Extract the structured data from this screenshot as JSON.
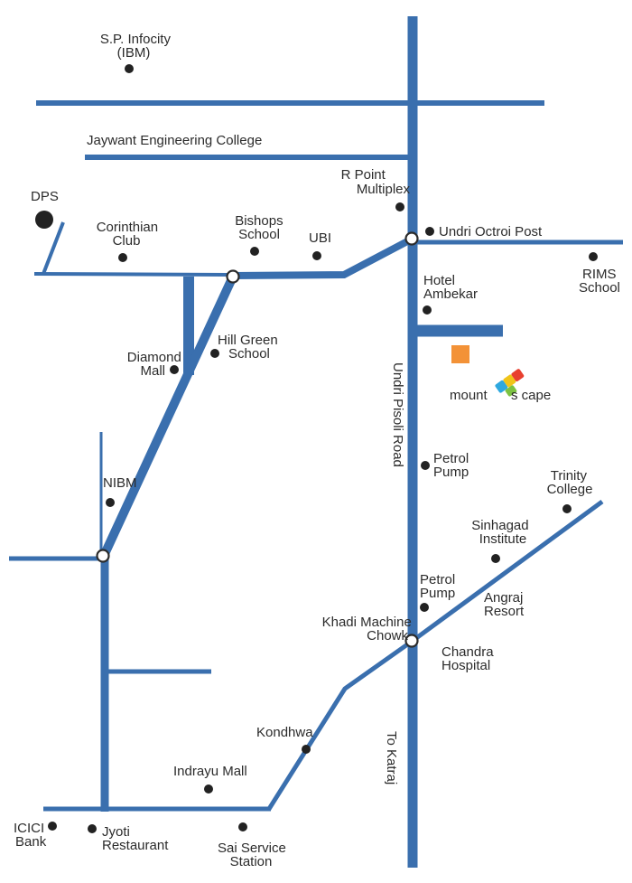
{
  "colors": {
    "road": "#3a6fae",
    "background": "#ffffff",
    "landmark_dot": "#222222",
    "project_square": "#f39237",
    "logo": [
      "#2ea8df",
      "#f0c419",
      "#7cc241",
      "#e8402f"
    ]
  },
  "landmarks": {
    "sp_infocity_line1": "S.P. Infocity",
    "sp_infocity_line2": "(IBM)",
    "jaywant_college": "Jaywant Engineering College",
    "dps": "DPS",
    "r_point_line1": "R Point",
    "r_point_line2": "Multiplex",
    "corinthian_line1": "Corinthian",
    "corinthian_line2": "Club",
    "bishops_line1": "Bishops",
    "bishops_line2": "School",
    "ubi": "UBI",
    "undri_octroi": "Undri Octroi Post",
    "rims_line1": "RIMS",
    "rims_line2": "School",
    "hotel_ambekar_line1": "Hotel",
    "hotel_ambekar_line2": "Ambekar",
    "diamond_mall_line1": "Diamond",
    "diamond_mall_line2": "Mall",
    "hill_green_line1": "Hill Green",
    "hill_green_line2": "School",
    "nibm": "NIBM",
    "petrol_pump1_line1": "Petrol",
    "petrol_pump1_line2": "Pump",
    "trinity_line1": "Trinity",
    "trinity_line2": "College",
    "sinhagad_line1": "Sinhagad",
    "sinhagad_line2": "Institute",
    "petrol_pump2_line1": "Petrol",
    "petrol_pump2_line2": "Pump",
    "angraj_line1": "Angraj",
    "angraj_line2": "Resort",
    "khadi_line1": "Khadi Machine",
    "khadi_line2": "Chowk",
    "chandra_line1": "Chandra",
    "chandra_line2": "Hospital",
    "kondhwa": "Kondhwa",
    "indrayu": "Indrayu Mall",
    "icici_line1": "ICICI",
    "icici_line2": "Bank",
    "jyoti_line1": "Jyoti",
    "jyoti_line2": "Restaurant",
    "sai_line1": "Sai Service",
    "sai_line2": "Station"
  },
  "roads": {
    "undri_pisoli": "Undri Pisoli Road",
    "to_katraj": "To Katraj"
  },
  "logo": {
    "text_left": "mount",
    "text_right": "s cape"
  }
}
